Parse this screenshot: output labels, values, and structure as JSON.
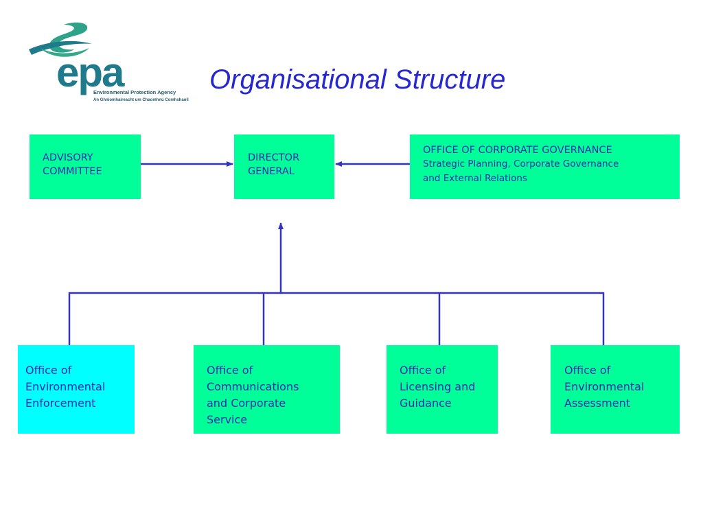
{
  "header": {
    "title": "Organisational Structure",
    "logo": {
      "text": "epa",
      "line1": "Environmental Protection Agency",
      "line2": "An Ghníomhaireacht um Chaomhnú Comhshaoil"
    }
  },
  "org_chart": {
    "advisory_committee": "ADVISORY\nCOMMITTEE",
    "director_general": "DIRECTOR\nGENERAL",
    "corporate_governance": {
      "title": "OFFICE OF CORPORATE GOVERNANCE",
      "subtitle_line1": "Strategic Planning, Corporate Governance",
      "subtitle_line2": "and External Relations"
    },
    "offices": [
      "Office of\nEnvironmental\nEnforcement",
      "Office of\nCommunications\nand Corporate\nService",
      "Office of\nLicensing and\nGuidance",
      "Office of\nEnvironmental\nAssessment"
    ]
  },
  "colors": {
    "box_green": "#00ff99",
    "box_cyan": "#00ffff",
    "text_blue": "#2a2ab4",
    "title_blue": "#2727d0",
    "connector_blue": "#3333bb",
    "logo_teal": "#1f7a8c",
    "logo_green": "#36a88a"
  }
}
